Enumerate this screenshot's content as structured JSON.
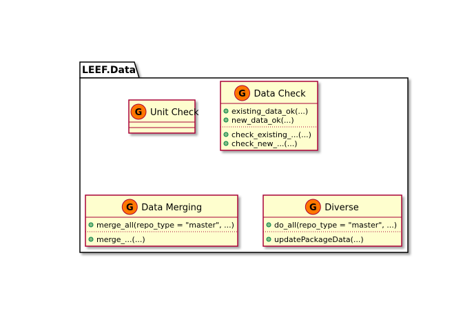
{
  "package": {
    "name": "LEEF.Data"
  },
  "colors": {
    "class_fill": "#FEFECE",
    "class_border": "#A80036",
    "circle_fill": "#FF7700",
    "circle_border": "#A80036",
    "public_dot": "#84BE84",
    "public_dot_border": "#038048",
    "package_border": "#000000",
    "shadow": "#8c8c8c"
  },
  "classes": [
    {
      "id": "unit-check",
      "title": "Unit Check",
      "stereotype": "G",
      "sections": [
        [],
        []
      ]
    },
    {
      "id": "data-check",
      "title": "Data Check",
      "stereotype": "G",
      "sections": [
        [
          "existing_data_ok(...)",
          "new_data_ok(...)"
        ],
        [
          "check_existing_...(...)",
          "check_new_...(...)"
        ]
      ]
    },
    {
      "id": "data-merging",
      "title": "Data Merging",
      "stereotype": "G",
      "sections": [
        [
          "merge_all(repo_type = \"master\", ...)"
        ],
        [
          "merge_...(...)"
        ]
      ]
    },
    {
      "id": "diverse",
      "title": "Diverse",
      "stereotype": "G",
      "sections": [
        [
          "do_all(repo_type = \"master\", ...)"
        ],
        [
          "updatePackageData(...)"
        ]
      ]
    }
  ]
}
